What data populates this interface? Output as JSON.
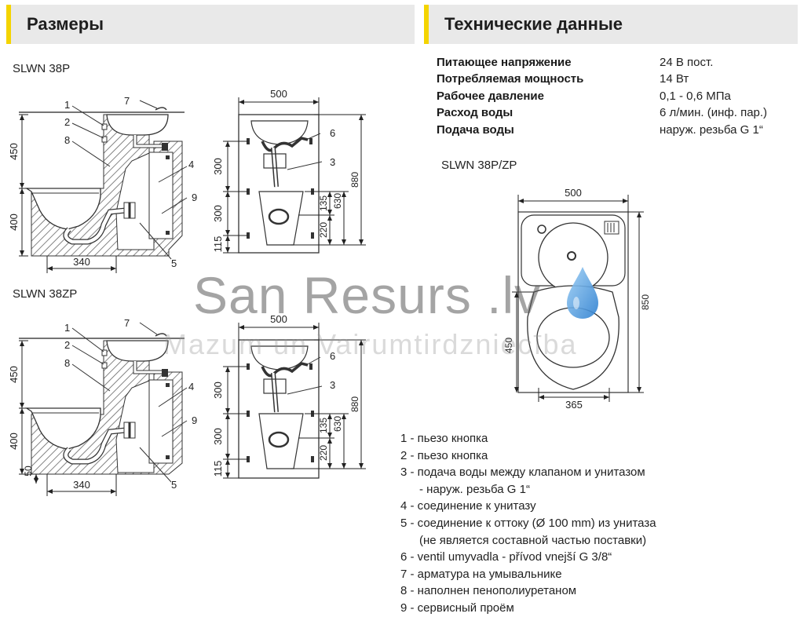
{
  "headers": {
    "left": "Размеры",
    "right": "Технические данные"
  },
  "models": {
    "top": "SLWN 38P",
    "bottom": "SLWN 38ZP",
    "right": "SLWN 38P/ZP"
  },
  "specs": [
    {
      "label": "Питающее напряжение",
      "value": "24 В пост."
    },
    {
      "label": "Потребляемая мощность",
      "value": "14 Вт"
    },
    {
      "label": "Рабочее давление",
      "value": "0,1 - 0,6 МПа"
    },
    {
      "label": "Расход воды",
      "value": "6 л/мин. (инф. пар.)"
    },
    {
      "label": "Подача воды",
      "value": "наруж. резьба G 1“"
    }
  ],
  "legend": [
    "1 - пьезо кнопка",
    "2 - пьезо кнопка",
    "3 - подача воды между клапаном и унитазом",
    "- наруж. резьба G 1“",
    "4 - соединение к унитазу",
    "5 - соединение к оттоку (Ø 100 mm) из унитаза",
    "(не является составной частью поставки)",
    "6 - ventil umyvadla - přívod vnejší G 3/8“",
    "7 - арматура на умывальнике",
    "8 - наполнен пенополиуретаном",
    "9 - сервисный проём"
  ],
  "dimensions": {
    "side_450": "450",
    "side_400": "400",
    "side_340": "340",
    "side_50": "50",
    "front_500": "500",
    "front_300a": "300",
    "front_300b": "300",
    "front_115": "115",
    "front_135": "135",
    "front_220": "220",
    "front_630": "630",
    "front_880": "880",
    "top_500": "500",
    "top_850": "850",
    "top_450": "450",
    "top_365": "365"
  },
  "callouts": [
    "1",
    "2",
    "3",
    "4",
    "5",
    "6",
    "7",
    "8",
    "9"
  ],
  "watermark": {
    "main": "San Resurs .lv",
    "sub": "Mazum un Vairumtirdzniecība"
  },
  "colors": {
    "accent": "#f4d400",
    "header_bg": "#e9e9e9",
    "drop": "#3a8fd8"
  }
}
